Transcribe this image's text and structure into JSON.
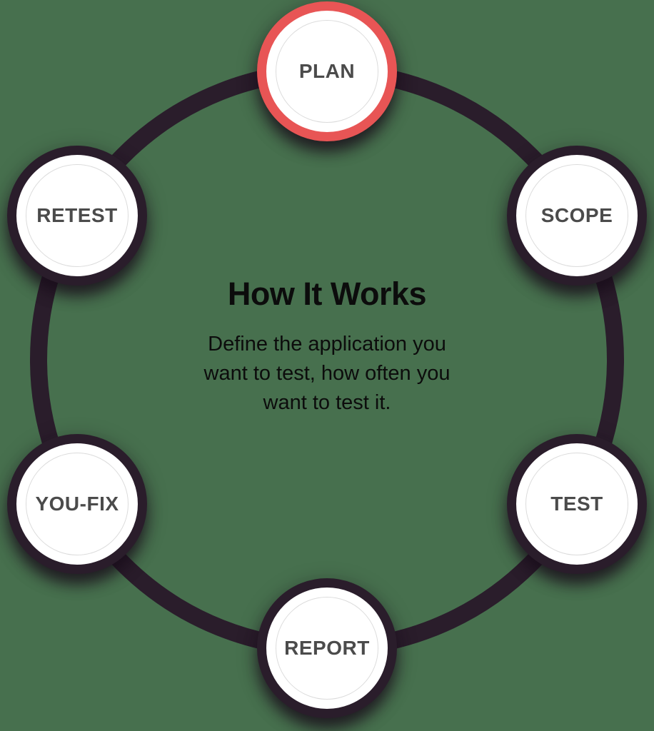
{
  "colors": {
    "background": "#47704E",
    "ring": "#2A1D2B",
    "accent": "#E85555",
    "node-fill": "#FFFFFF",
    "inner-ring": "#DCDCDC",
    "label": "#4B4B4B",
    "text": "#0C0C0C"
  },
  "diagram": {
    "title": "How It Works",
    "description": "Define the application you want to test, how often you want to test it.",
    "steps": [
      {
        "label": "PLAN",
        "highlighted": true
      },
      {
        "label": "SCOPE",
        "highlighted": false
      },
      {
        "label": "TEST",
        "highlighted": false
      },
      {
        "label": "REPORT",
        "highlighted": false
      },
      {
        "label": "YOU-FIX",
        "highlighted": false
      },
      {
        "label": "RETEST",
        "highlighted": false
      }
    ]
  }
}
